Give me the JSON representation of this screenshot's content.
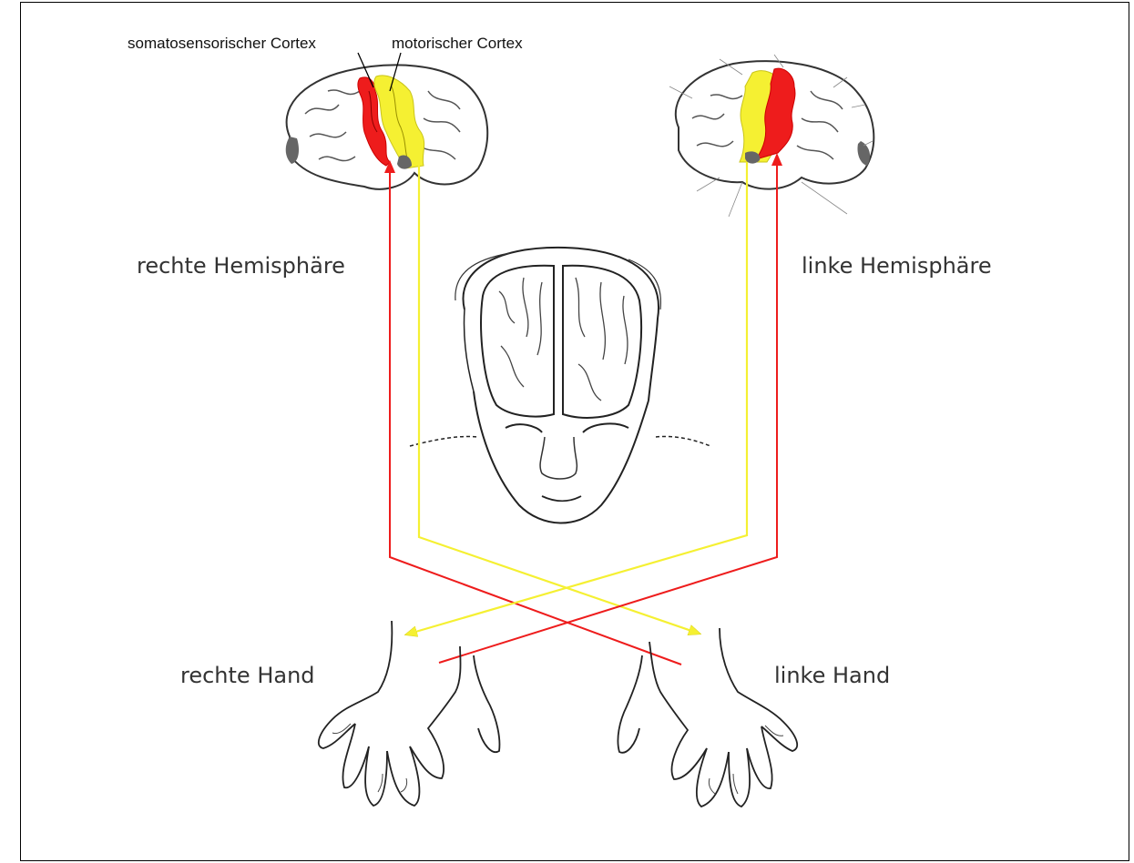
{
  "labels": {
    "somatosensory": "somatosensorischer Cortex",
    "motor": "motorischer Cortex",
    "right_hemisphere": "rechte Hemisphäre",
    "left_hemisphere": "linke Hemisphäre",
    "right_hand": "rechte Hand",
    "left_hand": "linke Hand"
  },
  "colors": {
    "sensory_red": "#ee1c1c",
    "motor_yellow": "#f5f032",
    "outline": "#222222",
    "occipital_gray": "#666666"
  },
  "icons": {
    "brain_right": "brain-side-view-icon",
    "brain_left": "brain-side-view-icon",
    "face": "head-front-view-icon",
    "hands": "hand-icon"
  }
}
